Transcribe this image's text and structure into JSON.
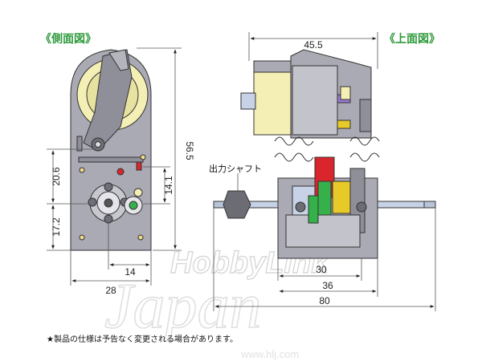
{
  "views": {
    "side_title": "《側面図》",
    "top_title": "《上面図》"
  },
  "dimensions": {
    "side_height": "56.5",
    "side_width": "28",
    "side_upper_left": "20.6",
    "side_lower_left": "17.2",
    "side_right_small": "14.1",
    "side_bottom_small": "14",
    "top_width": "45.5",
    "top_inner": "30",
    "top_mid": "36",
    "top_total": "80"
  },
  "callouts": {
    "output_shaft": "出力シャフト"
  },
  "footer_note": "★製品の仕様は予告なく変更される場合があります。",
  "watermark": {
    "brand": "HobbyLink",
    "script": "Japan",
    "url": "www.hlj.com"
  },
  "colors": {
    "title_green": "#2e9a3c",
    "housing_gray": "#a9aab3",
    "motor_cream": "#f4efb5",
    "gear_red": "#d8262c",
    "gear_green": "#36b04a",
    "gear_purple": "#9a7ad0",
    "gear_yellow": "#e7c928"
  }
}
